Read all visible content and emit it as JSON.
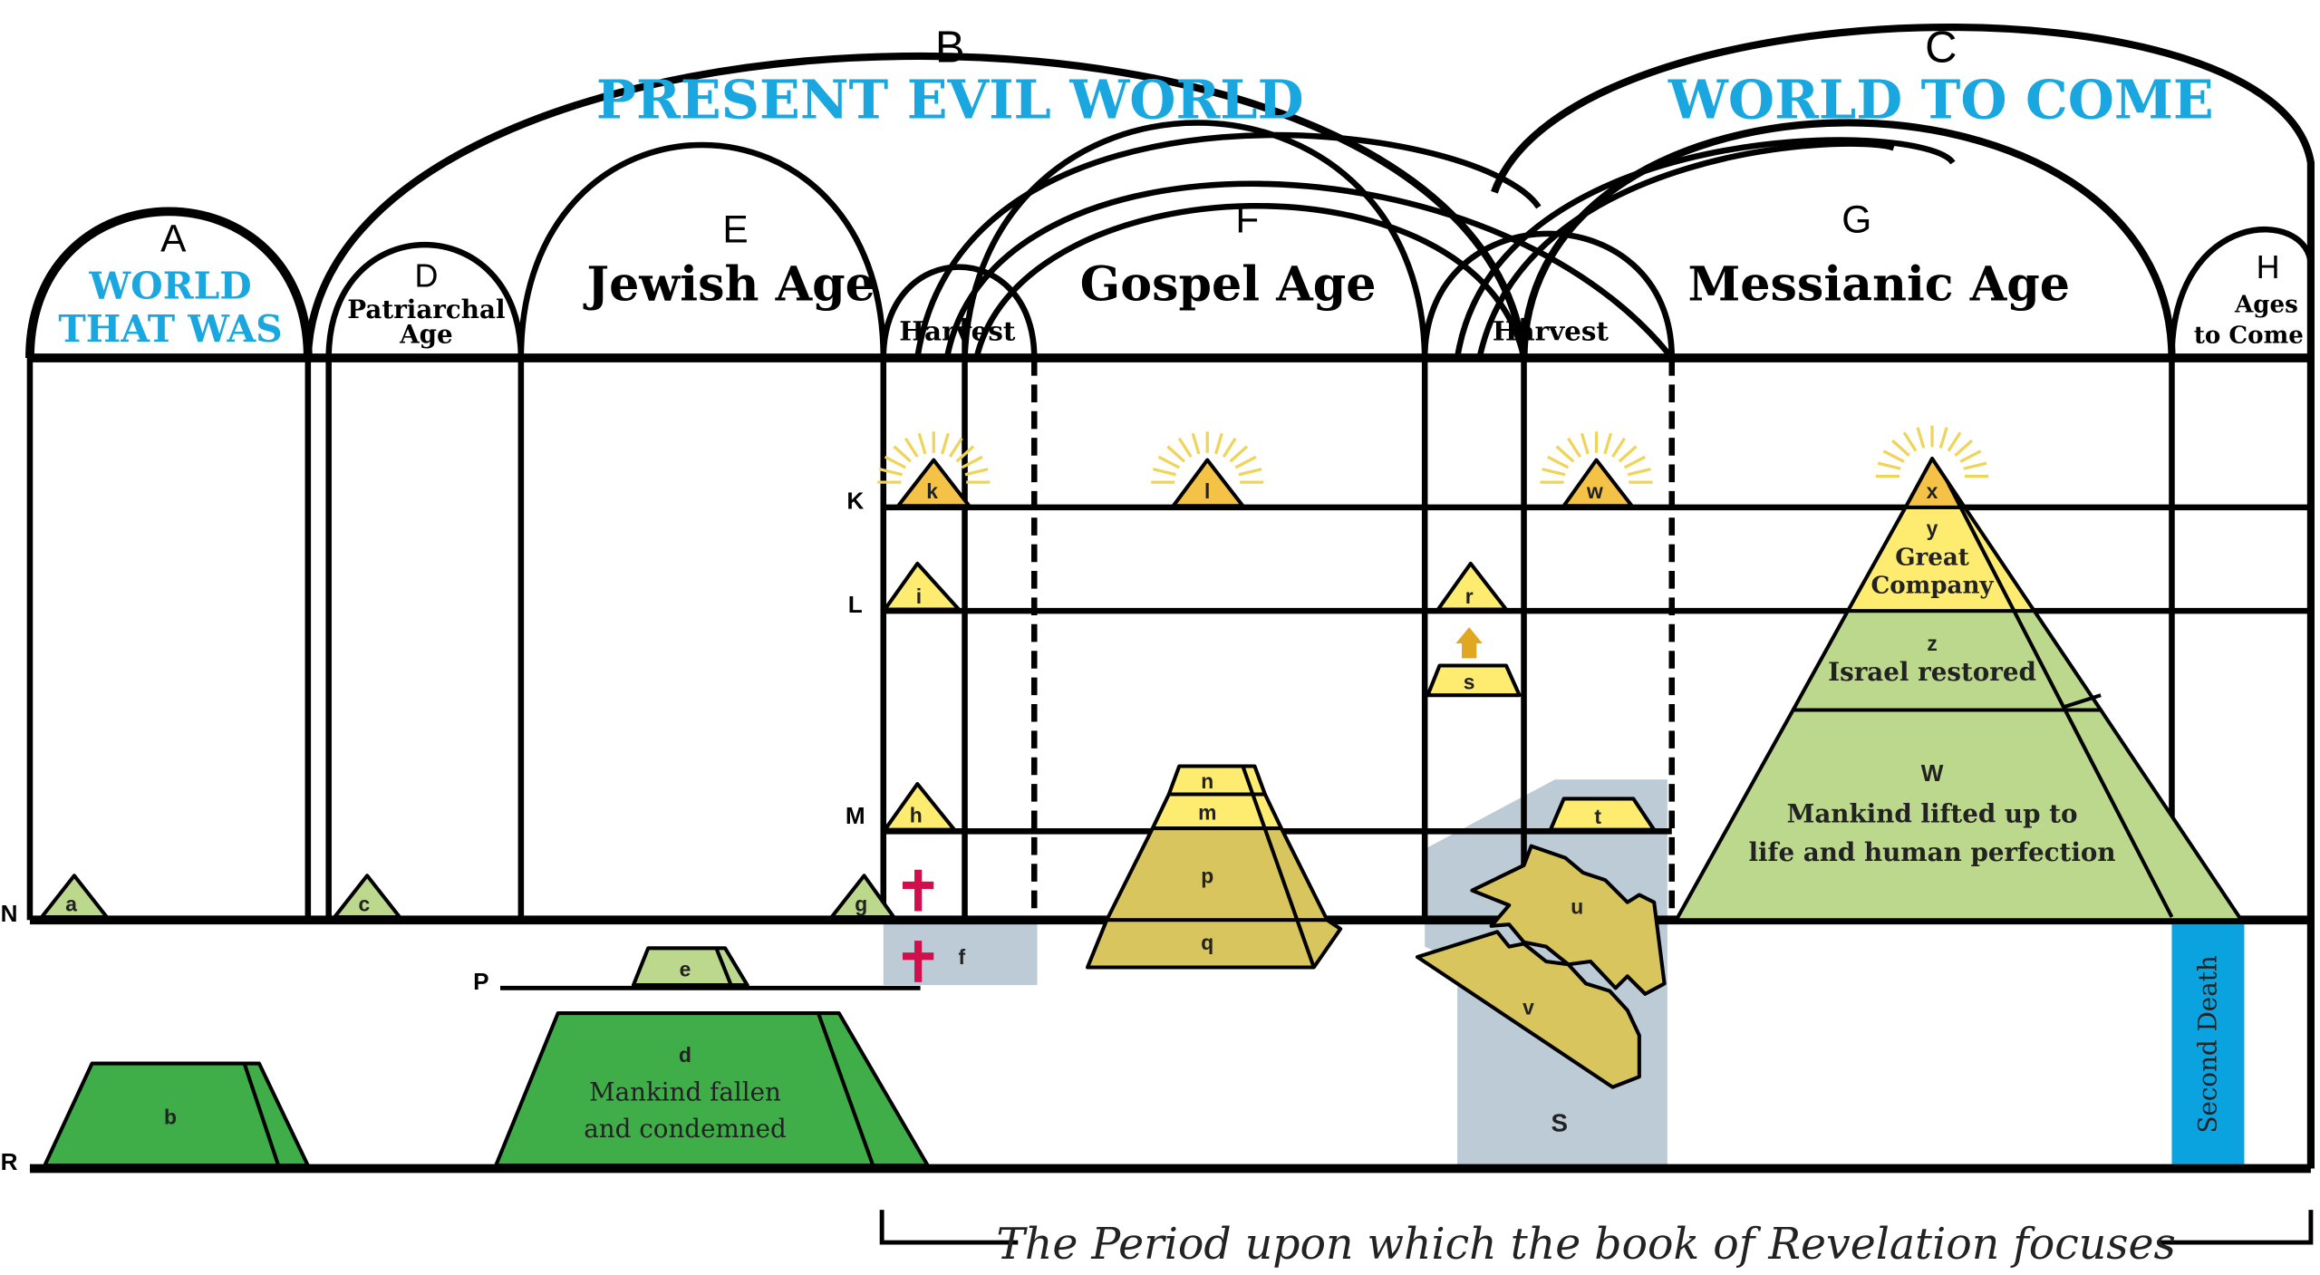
{
  "colors": {
    "cyan": "#1aa7df",
    "green_dark": "#3fae49",
    "green_light": "#bcd88c",
    "khaki": "#d8c55e",
    "yellow": "#fdec6f",
    "gold": "#f4c247",
    "grey": "#bccbd6",
    "blue": "#0aa3e0",
    "red": "#d0104c"
  },
  "worlds": {
    "b": {
      "letter": "B",
      "title": "PRESENT EVIL WORLD"
    },
    "c": {
      "letter": "C",
      "title": "WORLD TO COME"
    },
    "a": {
      "letter": "A",
      "title_line1": "WORLD",
      "title_line2": "THAT WAS"
    }
  },
  "ages": {
    "d": {
      "letter": "D",
      "line1": "Patriarchal",
      "line2": "Age"
    },
    "e": {
      "letter": "E",
      "title": "Jewish Age"
    },
    "harvest1": {
      "title": "Harvest"
    },
    "f": {
      "letter": "F",
      "title": "Gospel Age"
    },
    "harvest2": {
      "title": "Harvest"
    },
    "g": {
      "letter": "G",
      "title": "Messianic Age"
    },
    "h": {
      "letter": "H",
      "line1": "Ages",
      "line2": "to Come"
    }
  },
  "planes": {
    "k": "K",
    "l": "L",
    "m": "M",
    "n": "N",
    "p": "P",
    "r": "R"
  },
  "figures": {
    "a": "a",
    "b": "b",
    "c": "c",
    "d": "d",
    "d_line1": "Mankind fallen",
    "d_line2": "and condemned",
    "e": "e",
    "f": "f",
    "g": "g",
    "h": "h",
    "i": "i",
    "k": "k",
    "l": "l",
    "n": "n",
    "m": "m",
    "p": "p",
    "q": "q",
    "r": "r",
    "s_small": "s",
    "t": "t",
    "u": "u",
    "v": "v",
    "S": "S",
    "w": "w",
    "x": "x",
    "y": "y",
    "y_line1": "Great",
    "y_line2": "Company",
    "z": "z",
    "z_line1": "Israel restored",
    "W": "W",
    "W_line1": "Mankind lifted up to",
    "W_line2": "life and human perfection",
    "second_death": "Second Death"
  },
  "footer": {
    "revelation_period": "The Period upon which the book of Revelation focuses"
  }
}
